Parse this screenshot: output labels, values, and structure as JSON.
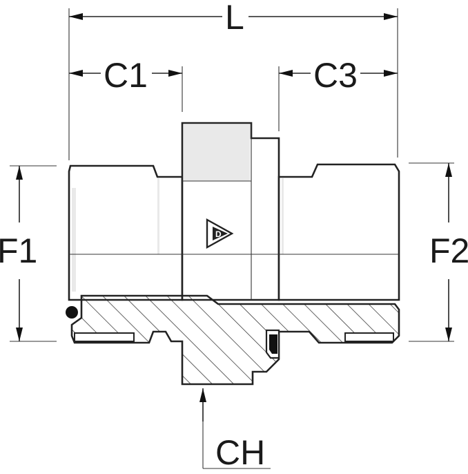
{
  "dimensions": {
    "overall_length": "L",
    "left_thread_length": "C1",
    "right_thread_length": "C3",
    "left_thread_diameter": "F1",
    "right_thread_diameter": "F2",
    "hex_across_flats": "CH"
  },
  "logo": {
    "name": "dunlop-d-logo",
    "letter": "D"
  },
  "colors": {
    "line": "#222222",
    "fill": "#ffffff",
    "shade": "#e9e9e9",
    "hatch": "#222222"
  }
}
